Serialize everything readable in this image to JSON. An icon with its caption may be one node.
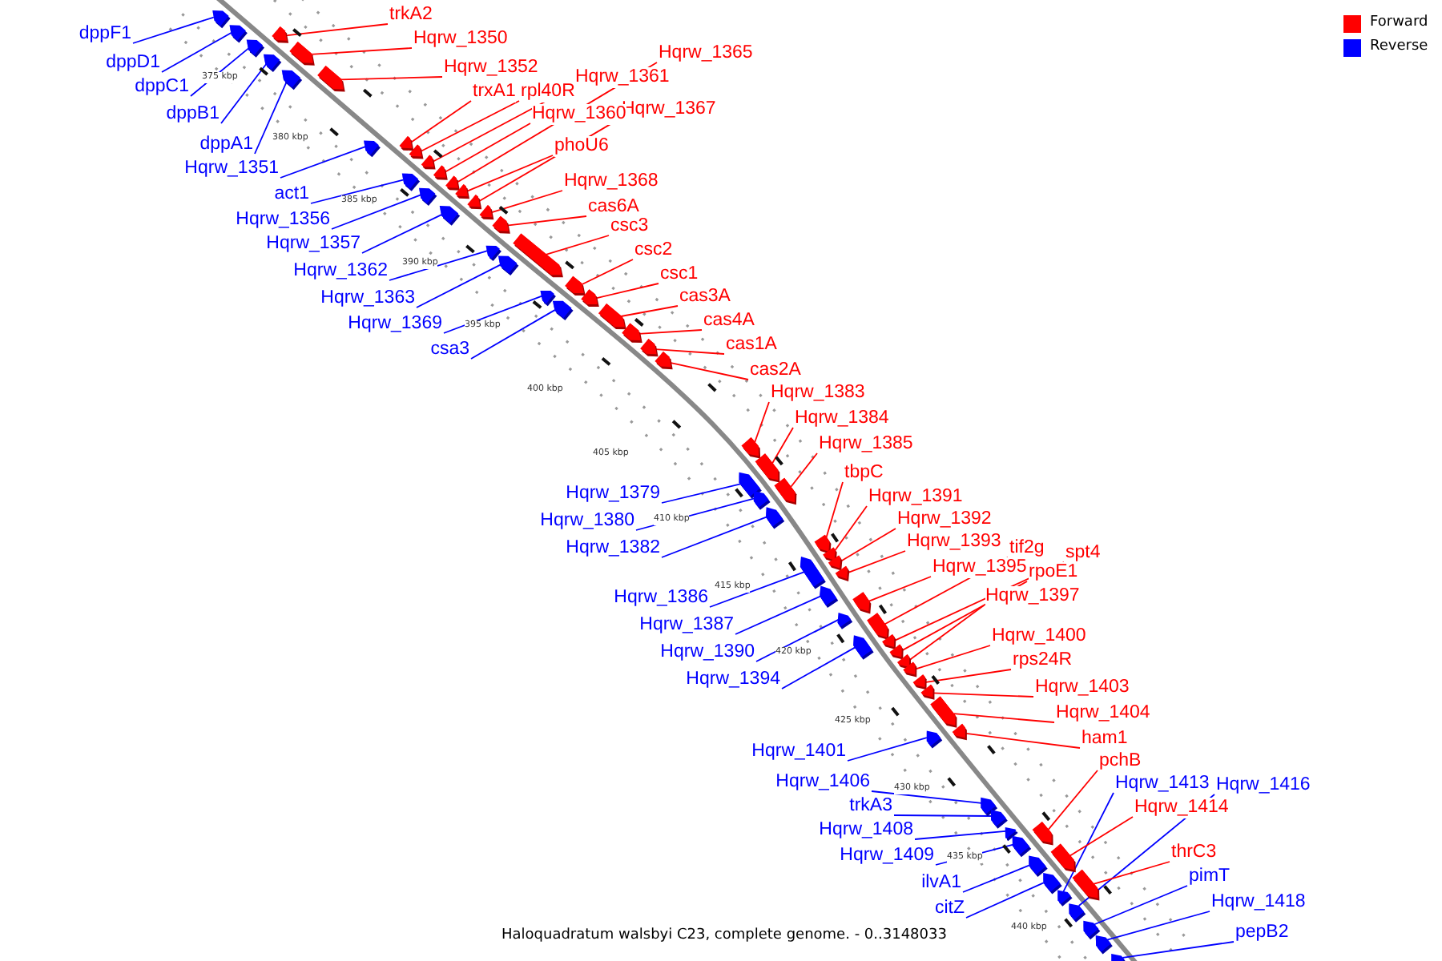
{
  "diagram": {
    "caption": "Haloquadratum walsbyi C23, complete genome. - 0..3148033",
    "nodes": [
      {
        "text": [
          "trkA2"
        ]
      },
      {
        "text": [
          "dppF1"
        ]
      },
      {
        "text": [
          "Hqrw_1350"
        ]
      },
      {
        "text": [
          "Hqrw_1365"
        ]
      },
      {
        "text": [
          "dppD1"
        ]
      },
      {
        "text": [
          "Hqrw_1352"
        ]
      },
      {
        "text": [
          "Hqrw_1361"
        ]
      },
      {
        "text": [
          "dppC1"
        ]
      },
      {
        "text": [
          "trxA1"
        ]
      },
      {
        "text": [
          "rpl40R"
        ]
      },
      {
        "text": [
          "Hqrw_1367"
        ]
      },
      {
        "text": [
          "dppB1"
        ]
      },
      {
        "text": [
          "Hqrw_1360"
        ]
      },
      {
        "text": [
          "dppA1"
        ]
      },
      {
        "text": [
          "phoU6"
        ]
      },
      {
        "text": [
          "Hqrw_1351"
        ]
      },
      {
        "text": [
          "Hqrw_1368"
        ]
      },
      {
        "text": [
          "act1"
        ]
      },
      {
        "text": [
          "cas6A"
        ]
      },
      {
        "text": [
          "Hqrw_1356"
        ]
      },
      {
        "text": [
          "csc3"
        ]
      },
      {
        "text": [
          "Hqrw_1357"
        ]
      },
      {
        "text": [
          "csc2"
        ]
      },
      {
        "text": [
          "Hqrw_1362"
        ]
      },
      {
        "text": [
          "csc1"
        ]
      },
      {
        "text": [
          "cas3A"
        ]
      },
      {
        "text": [
          "Hqrw_1363"
        ]
      },
      {
        "text": [
          "cas4A"
        ]
      },
      {
        "text": [
          "Hqrw_1369"
        ]
      },
      {
        "text": [
          "cas1A"
        ]
      },
      {
        "text": [
          "csa3"
        ]
      },
      {
        "text": [
          "cas2A"
        ]
      },
      {
        "text": [
          "Hqrw_1383"
        ]
      },
      {
        "text": [
          "Hqrw_1384"
        ]
      },
      {
        "text": [
          "Hqrw_1385"
        ]
      },
      {
        "text": [
          "tbpC"
        ]
      },
      {
        "text": [
          "Hqrw_1379"
        ]
      },
      {
        "text": [
          "Hqrw_1391"
        ]
      },
      {
        "text": [
          "Hqrw_1392"
        ]
      },
      {
        "text": [
          "Hqrw_1380"
        ]
      },
      {
        "text": [
          "Hqrw_1393"
        ]
      },
      {
        "text": [
          "tif2g"
        ]
      },
      {
        "text": [
          "Hqrw_1382"
        ]
      },
      {
        "text": [
          "spt4"
        ]
      },
      {
        "text": [
          "Hqrw_1395"
        ]
      },
      {
        "text": [
          "rpoE1"
        ]
      },
      {
        "text": [
          "Hqrw_1397"
        ]
      },
      {
        "text": [
          "Hqrw_1386"
        ]
      },
      {
        "text": [
          "Hqrw_1387"
        ]
      },
      {
        "text": [
          "Hqrw_1400"
        ]
      },
      {
        "text": [
          "Hqrw_1390"
        ]
      },
      {
        "text": [
          "rps24R"
        ]
      },
      {
        "text": [
          "Hqrw_1394"
        ]
      },
      {
        "text": [
          "Hqrw_1403"
        ]
      },
      {
        "text": [
          "Hqrw_1404"
        ]
      },
      {
        "text": [
          "ham1"
        ]
      },
      {
        "text": [
          "Hqrw_1401"
        ]
      },
      {
        "text": [
          "pchB"
        ]
      },
      {
        "text": [
          "Hqrw_1406"
        ]
      },
      {
        "text": [
          "Hqrw_1413"
        ]
      },
      {
        "text": [
          "Hqrw_1416"
        ]
      },
      {
        "text": [
          "trkA3"
        ]
      },
      {
        "text": [
          "Hqrw_1414"
        ]
      },
      {
        "text": [
          "Hqrw_1408"
        ]
      },
      {
        "text": [
          "thrC3"
        ]
      },
      {
        "text": [
          "Hqrw_1409"
        ]
      },
      {
        "text": [
          "pimT"
        ]
      },
      {
        "text": [
          "ilvA1"
        ]
      },
      {
        "text": [
          "Hqrw_1418"
        ]
      },
      {
        "text": [
          "citZ"
        ]
      },
      {
        "text": [
          "pepB2"
        ]
      },
      {
        "text": [],
        "shape": "arrow"
      },
      {
        "text": [],
        "shape": "arrow"
      },
      {
        "text": [],
        "shape": "arrow"
      },
      {
        "text": [],
        "shape": "arrow"
      },
      {
        "text": [],
        "shape": "arrow"
      },
      {
        "text": [],
        "shape": "arrow"
      },
      {
        "text": [],
        "shape": "arrow"
      },
      {
        "text": [],
        "shape": "arrow"
      },
      {
        "text": [],
        "shape": "arrow"
      },
      {
        "text": [],
        "shape": "arrow"
      },
      {
        "text": [],
        "shape": "arrow"
      },
      {
        "text": [],
        "shape": "arrow"
      },
      {
        "text": [],
        "shape": "arrow"
      },
      {
        "text": [],
        "shape": "arrow"
      },
      {
        "text": [],
        "shape": "arrow"
      },
      {
        "text": [],
        "shape": "arrow"
      },
      {
        "text": [],
        "shape": "arrow"
      },
      {
        "text": [],
        "shape": "arrow"
      },
      {
        "text": [],
        "shape": "arrow"
      },
      {
        "text": [],
        "shape": "arrow"
      },
      {
        "text": [],
        "shape": "arrow"
      },
      {
        "text": [],
        "shape": "arrow"
      },
      {
        "text": [],
        "shape": "arrow"
      },
      {
        "text": [],
        "shape": "arrow"
      },
      {
        "text": [],
        "shape": "arrow"
      },
      {
        "text": [],
        "shape": "arrow"
      },
      {
        "text": [],
        "shape": "arrow"
      },
      {
        "text": [],
        "shape": "arrow"
      },
      {
        "text": [],
        "shape": "arrow"
      },
      {
        "text": [],
        "shape": "arrow"
      },
      {
        "text": [],
        "shape": "arrow"
      },
      {
        "text": [],
        "shape": "arrow"
      },
      {
        "text": [],
        "shape": "arrow"
      },
      {
        "text": [],
        "shape": "arrow"
      },
      {
        "text": [],
        "shape": "arrow"
      },
      {
        "text": [],
        "shape": "arrow"
      },
      {
        "text": [],
        "shape": "arrow"
      },
      {
        "text": [],
        "shape": "arrow"
      },
      {
        "text": [],
        "shape": "arrow"
      },
      {
        "text": [],
        "shape": "arrow"
      },
      {
        "text": [],
        "shape": "arrow"
      },
      {
        "text": [],
        "shape": "arrow"
      },
      {
        "text": [],
        "shape": "arrow"
      },
      {
        "text": [],
        "shape": "arrow"
      },
      {
        "text": [],
        "shape": "arrow"
      },
      {
        "text": [],
        "shape": "arrow"
      },
      {
        "text": [],
        "shape": "arrow"
      },
      {
        "text": [],
        "shape": "arrow"
      },
      {
        "text": [],
        "shape": "arrow"
      },
      {
        "text": [],
        "shape": "arrow"
      },
      {
        "text": [],
        "shape": "arrow"
      },
      {
        "text": [],
        "shape": "arrow"
      },
      {
        "text": [],
        "shape": "arrow"
      },
      {
        "text": [],
        "shape": "arrow"
      },
      {
        "text": [],
        "shape": "arrow"
      },
      {
        "text": [],
        "shape": "arrow"
      },
      {
        "text": [],
        "shape": "arrow"
      },
      {
        "text": [],
        "shape": "arrow"
      },
      {
        "text": [],
        "shape": "arrow"
      },
      {
        "text": [],
        "shape": "arrow"
      },
      {
        "text": [],
        "shape": "arrow"
      },
      {
        "text": [],
        "shape": "arrow"
      },
      {
        "text": [],
        "shape": "arrow"
      },
      {
        "text": [],
        "shape": "arrow"
      },
      {
        "text": [],
        "shape": "arrow"
      },
      {
        "text": [],
        "shape": "arrow"
      },
      {
        "text": [],
        "shape": "arrow"
      },
      {
        "text": [],
        "shape": "arrow"
      },
      {
        "text": [],
        "shape": "arrow"
      },
      {
        "text": [],
        "shape": "arrow"
      },
      {
        "text": [],
        "shape": "arrow"
      }
    ],
    "edges": [
      {
        "from": 0,
        "to": 76,
        "arrow": "none"
      },
      {
        "from": 1,
        "to": 71,
        "arrow": "none",
        "color": "#0000ff"
      },
      {
        "from": 2,
        "to": 77,
        "arrow": "none"
      },
      {
        "from": 3,
        "to": 86,
        "arrow": "none"
      },
      {
        "from": 4,
        "to": 72,
        "arrow": "none",
        "color": "#0000ff"
      },
      {
        "from": 5,
        "to": 78,
        "arrow": "none"
      },
      {
        "from": 6,
        "to": 83,
        "arrow": "none"
      },
      {
        "from": 7,
        "to": 73,
        "arrow": "none",
        "color": "#0000ff"
      },
      {
        "from": 8,
        "to": 80,
        "arrow": "none"
      },
      {
        "from": 9,
        "to": 81,
        "arrow": "none"
      },
      {
        "from": 10,
        "to": 89,
        "arrow": "none"
      },
      {
        "from": 11,
        "to": 74,
        "arrow": "none",
        "color": "#0000ff"
      },
      {
        "from": 12,
        "to": 84,
        "arrow": "none"
      },
      {
        "from": 13,
        "to": 75,
        "arrow": "none",
        "color": "#0000ff"
      },
      {
        "from": 14,
        "to": 88,
        "arrow": "none"
      },
      {
        "from": 15,
        "to": 79,
        "arrow": "none",
        "color": "#0000ff"
      },
      {
        "from": 16,
        "to": 90,
        "arrow": "none"
      },
      {
        "from": 17,
        "to": 82,
        "arrow": "none",
        "color": "#0000ff"
      },
      {
        "from": 18,
        "to": 92,
        "arrow": "none"
      },
      {
        "from": 19,
        "to": 85,
        "arrow": "none",
        "color": "#0000ff"
      },
      {
        "from": 20,
        "to": 94,
        "arrow": "none"
      },
      {
        "from": 21,
        "to": 87,
        "arrow": "none",
        "color": "#0000ff"
      },
      {
        "from": 22,
        "to": 97,
        "arrow": "none"
      },
      {
        "from": 23,
        "to": 91,
        "arrow": "none",
        "color": "#0000ff"
      },
      {
        "from": 24,
        "to": 98,
        "arrow": "none"
      },
      {
        "from": 25,
        "to": 99,
        "arrow": "none"
      },
      {
        "from": 26,
        "to": 93,
        "arrow": "none",
        "color": "#0000ff"
      },
      {
        "from": 27,
        "to": 100,
        "arrow": "none"
      },
      {
        "from": 28,
        "to": 95,
        "arrow": "none",
        "color": "#0000ff"
      },
      {
        "from": 29,
        "to": 101,
        "arrow": "none"
      },
      {
        "from": 30,
        "to": 96,
        "arrow": "none",
        "color": "#0000ff"
      },
      {
        "from": 31,
        "to": 102,
        "arrow": "none"
      },
      {
        "from": 32,
        "to": 103,
        "arrow": "none"
      },
      {
        "from": 33,
        "to": 104,
        "arrow": "none"
      },
      {
        "from": 34,
        "to": 107,
        "arrow": "none"
      },
      {
        "from": 35,
        "to": 109,
        "arrow": "none"
      },
      {
        "from": 36,
        "to": 105,
        "arrow": "none",
        "color": "#0000ff"
      },
      {
        "from": 37,
        "to": 110,
        "arrow": "none"
      },
      {
        "from": 38,
        "to": 111,
        "arrow": "none"
      },
      {
        "from": 39,
        "to": 106,
        "arrow": "none",
        "color": "#0000ff"
      },
      {
        "from": 40,
        "to": 113,
        "arrow": "none"
      },
      {
        "from": 41,
        "to": 117,
        "arrow": "none"
      },
      {
        "from": 42,
        "to": 108,
        "arrow": "none",
        "color": "#0000ff"
      },
      {
        "from": 43,
        "to": 119,
        "arrow": "none"
      },
      {
        "from": 44,
        "to": 115,
        "arrow": "none"
      },
      {
        "from": 45,
        "to": 120,
        "arrow": "none"
      },
      {
        "from": 46,
        "to": 121,
        "arrow": "none"
      },
      {
        "from": 47,
        "to": 112,
        "arrow": "none",
        "color": "#0000ff"
      },
      {
        "from": 48,
        "to": 114,
        "arrow": "none",
        "color": "#0000ff"
      },
      {
        "from": 49,
        "to": 122,
        "arrow": "none"
      },
      {
        "from": 50,
        "to": 116,
        "arrow": "none",
        "color": "#0000ff"
      },
      {
        "from": 51,
        "to": 123,
        "arrow": "none"
      },
      {
        "from": 52,
        "to": 118,
        "arrow": "none",
        "color": "#0000ff"
      },
      {
        "from": 53,
        "to": 124,
        "arrow": "none"
      },
      {
        "from": 54,
        "to": 126,
        "arrow": "none"
      },
      {
        "from": 55,
        "to": 127,
        "arrow": "none"
      },
      {
        "from": 56,
        "to": 125,
        "arrow": "none",
        "color": "#0000ff"
      },
      {
        "from": 57,
        "to": 132,
        "arrow": "none"
      },
      {
        "from": 58,
        "to": 128,
        "arrow": "none",
        "color": "#0000ff"
      },
      {
        "from": 59,
        "to": 134,
        "arrow": "none",
        "color": "#0000ff"
      },
      {
        "from": 60,
        "to": 137,
        "arrow": "none",
        "color": "#0000ff"
      },
      {
        "from": 61,
        "to": 129,
        "arrow": "none",
        "color": "#0000ff"
      },
      {
        "from": 62,
        "to": 135,
        "arrow": "none"
      },
      {
        "from": 63,
        "to": 130,
        "arrow": "none",
        "color": "#0000ff"
      },
      {
        "from": 64,
        "to": 138,
        "arrow": "none"
      },
      {
        "from": 65,
        "to": 131,
        "arrow": "none",
        "color": "#0000ff"
      },
      {
        "from": 66,
        "to": 139,
        "arrow": "none",
        "color": "#0000ff"
      },
      {
        "from": 67,
        "to": 133,
        "arrow": "none",
        "color": "#0000ff"
      },
      {
        "from": 68,
        "to": 140,
        "arrow": "none",
        "color": "#0000ff"
      },
      {
        "from": 69,
        "to": 136,
        "arrow": "none",
        "color": "#0000ff"
      },
      {
        "from": 70,
        "to": 141,
        "arrow": "none",
        "color": "#0000ff"
      }
    ],
    "labels": [
      "375 kbp",
      "380 kbp",
      "385 kbp",
      "390 kbp",
      "395 kbp",
      "400 kbp",
      "405 kbp",
      "410 kbp",
      "415 kbp",
      "420 kbp",
      "425 kbp",
      "430 kbp",
      "435 kbp",
      "440 kbp"
    ],
    "legend": [
      {
        "text": "Forward",
        "color": "#ff0000"
      },
      {
        "text": "Reverse",
        "color": "#0000ff"
      }
    ]
  }
}
